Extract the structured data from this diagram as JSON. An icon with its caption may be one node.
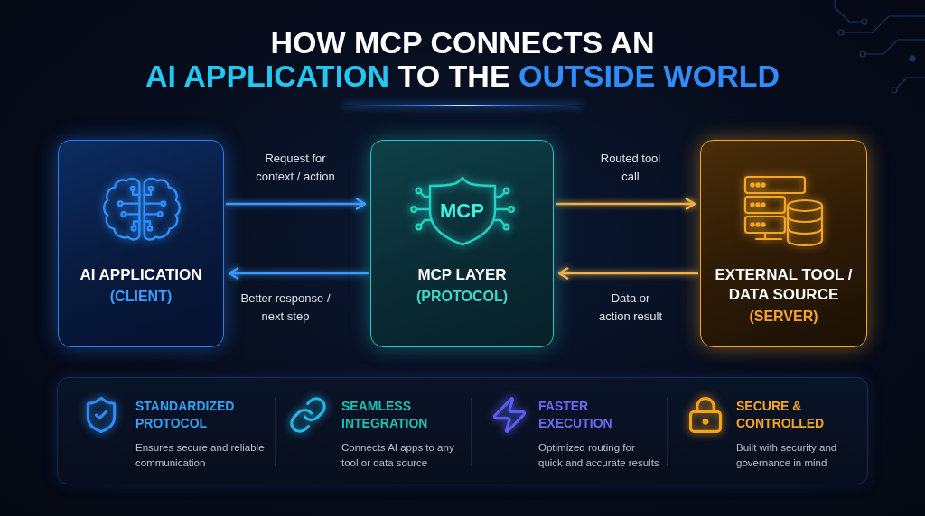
{
  "diagram": {
    "title": "HOW MCP CONNECTS AN **AI APPLICATION** TO THE *OUTSIDE WORLD*",
    "nodes": [
      {
        "text": [
          "AI APPLICATION",
          "(CLIENT)"
        ]
      },
      {
        "text": [
          "MCP",
          "MCP LAYER",
          "(PROTOCOL)"
        ]
      },
      {
        "text": [
          "EXTERNAL TOOL / DATA SOURCE",
          "(SERVER)"
        ]
      },
      {
        "text": [
          "STANDARDIZED PROTOCOL",
          "Ensures secure and reliable communication",
          "SEAMLESS INTEGRATION",
          "Connects AI apps to any tool or data source",
          "FASTER EXECUTION",
          "Optimized routing for quick and accurate results",
          "SECURE & CONTROLLED",
          "Built with security and governance in mind"
        ]
      }
    ],
    "edges": [
      {
        "from": 0,
        "to": 1,
        "arrow": "to",
        "label": "Request for context / action",
        "color": "#3d9bff"
      },
      {
        "from": 1,
        "to": 0,
        "arrow": "to",
        "label": "Better response / next step",
        "color": "#3d9bff"
      },
      {
        "from": 1,
        "to": 2,
        "arrow": "to",
        "label": "Routed tool call",
        "color": "#f2b04a"
      },
      {
        "from": 2,
        "to": 1,
        "arrow": "to",
        "label": "Data or action result",
        "color": "#f2b04a"
      }
    ]
  }
}
